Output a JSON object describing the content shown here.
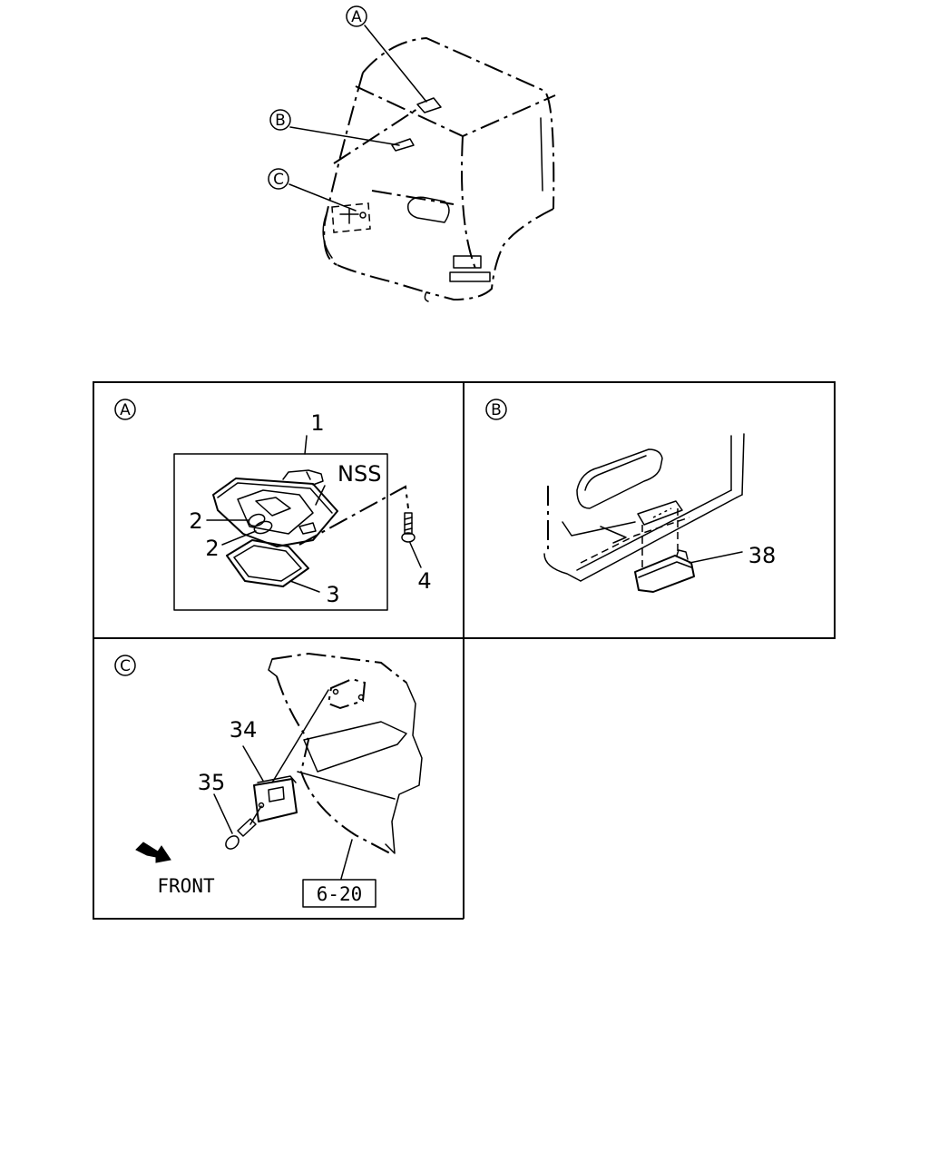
{
  "callouts": {
    "a": "A",
    "b": "B",
    "c": "C"
  },
  "parts": {
    "p1": "1",
    "p2a": "2",
    "p2b": "2",
    "p3": "3",
    "p4": "4",
    "p38": "38",
    "p34": "34",
    "p35": "35"
  },
  "nss": "NSS",
  "front": "FRONT",
  "ref": "6-20"
}
